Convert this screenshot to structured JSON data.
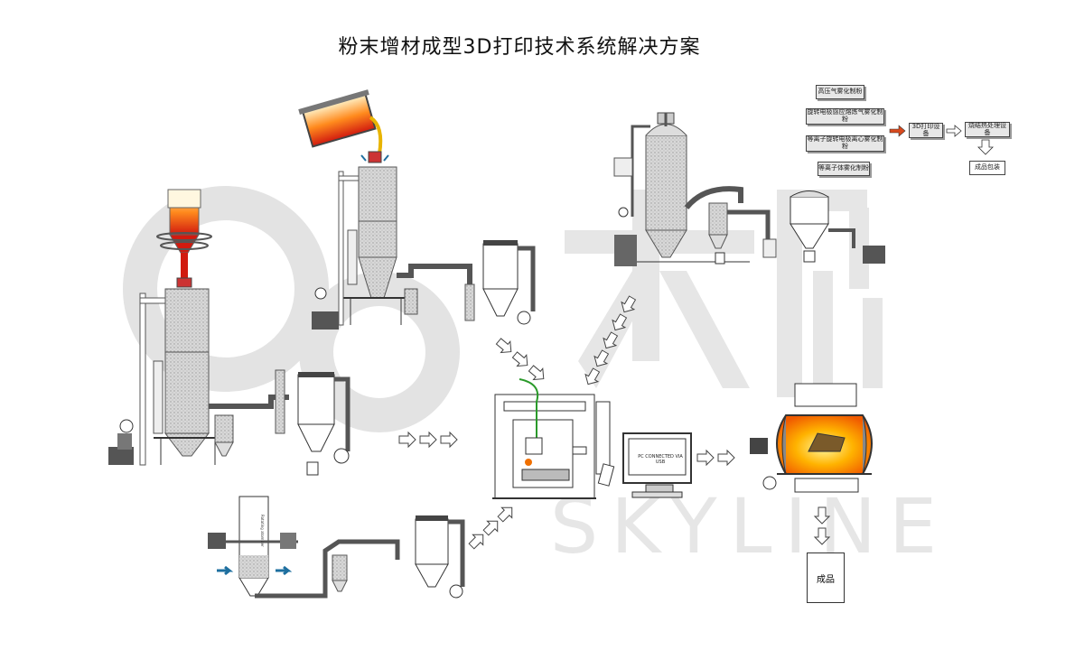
{
  "title": "粉末增材成型3D打印技术系统解决方案",
  "watermark": {
    "text": "SKYLINE",
    "glyph": "天际"
  },
  "process_boxes": [
    "高压气雾化制粉",
    "旋转电极感应熔炼气雾化制粉",
    "等离子旋转电极离心雾化制粉",
    "等离子体雾化制粉"
  ],
  "equipment_box": "3D打印设备",
  "post_box": "烧结热处理设备",
  "product_small": "成品包装",
  "product_final": "成品",
  "monitor_text": "PC CONNECTED VIA USB",
  "atomizer_label": "Rotating atomizer",
  "colors": {
    "accent_red": "#d94a1e",
    "arrow_blue": "#1e6f9f",
    "furnace_glow": "#ffb300",
    "feed_green": "#2a9a2a"
  }
}
